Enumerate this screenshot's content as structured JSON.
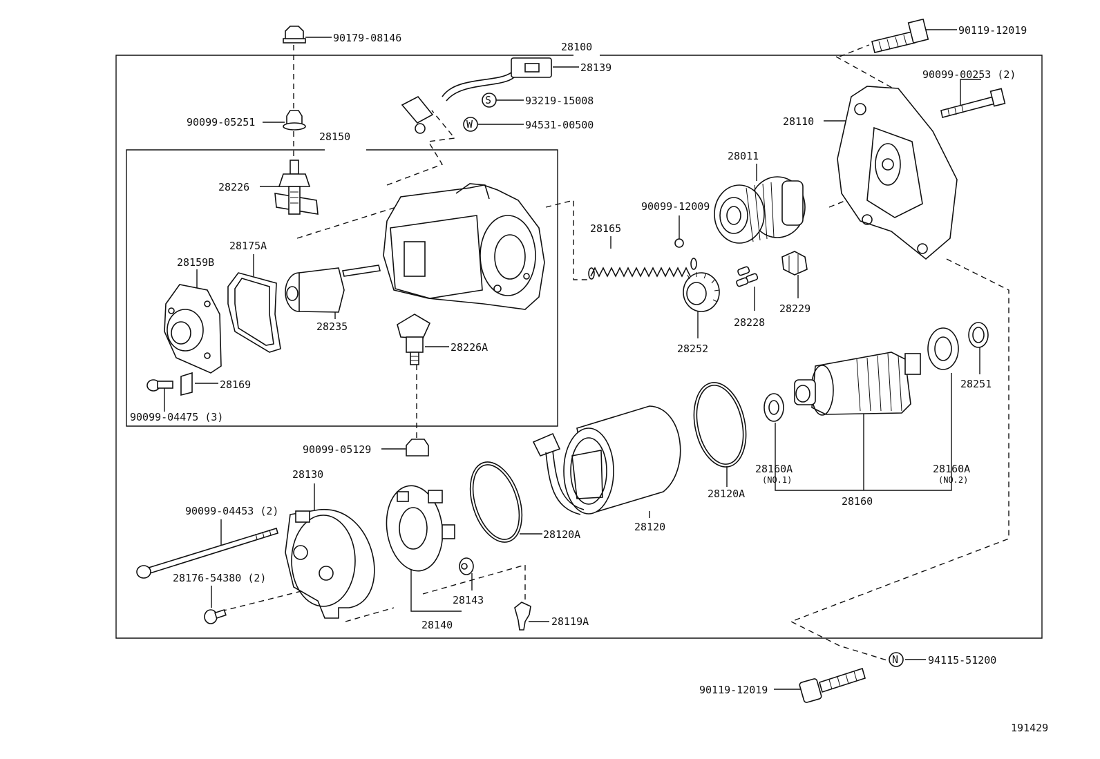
{
  "diagram_id": "191429",
  "labels": {
    "p28100": "28100",
    "p28139": "28139",
    "p90179_08146": "90179-08146",
    "p90119_12019_top": "90119-12019",
    "p90099_00253": "90099-00253 (2)",
    "p93219_15008": "93219-15008",
    "p94531_00500": "94531-00500",
    "p90099_05251": "90099-05251",
    "p28150": "28150",
    "p28110": "28110",
    "p28011": "28011",
    "p28226": "28226",
    "p90099_12009": "90099-12009",
    "p28165": "28165",
    "p28175A": "28175A",
    "p28159B": "28159B",
    "p28235": "28235",
    "p28226A": "28226A",
    "p28228": "28228",
    "p28229": "28229",
    "p28252": "28252",
    "p28251": "28251",
    "p28169": "28169",
    "p90099_04475": "90099-04475 (3)",
    "p90099_05129": "90099-05129",
    "p28130": "28130",
    "p28160A_1": "28160A",
    "p28160A_1_sub": "(NO.1)",
    "p28160A_2": "28160A",
    "p28160A_2_sub": "(NO.2)",
    "p28120A_mid": "28120A",
    "p28160": "28160",
    "p90099_04453": "90099-04453 (2)",
    "p28120A_left": "28120A",
    "p28120": "28120",
    "p28176_54380": "28176-54380 (2)",
    "p28143": "28143",
    "p28140": "28140",
    "p28119A": "28119A",
    "p94115_51200": "94115-51200",
    "p90119_12019_bottom": "90119-12019"
  },
  "markers": {
    "s": "S",
    "w": "W",
    "n": "N"
  }
}
